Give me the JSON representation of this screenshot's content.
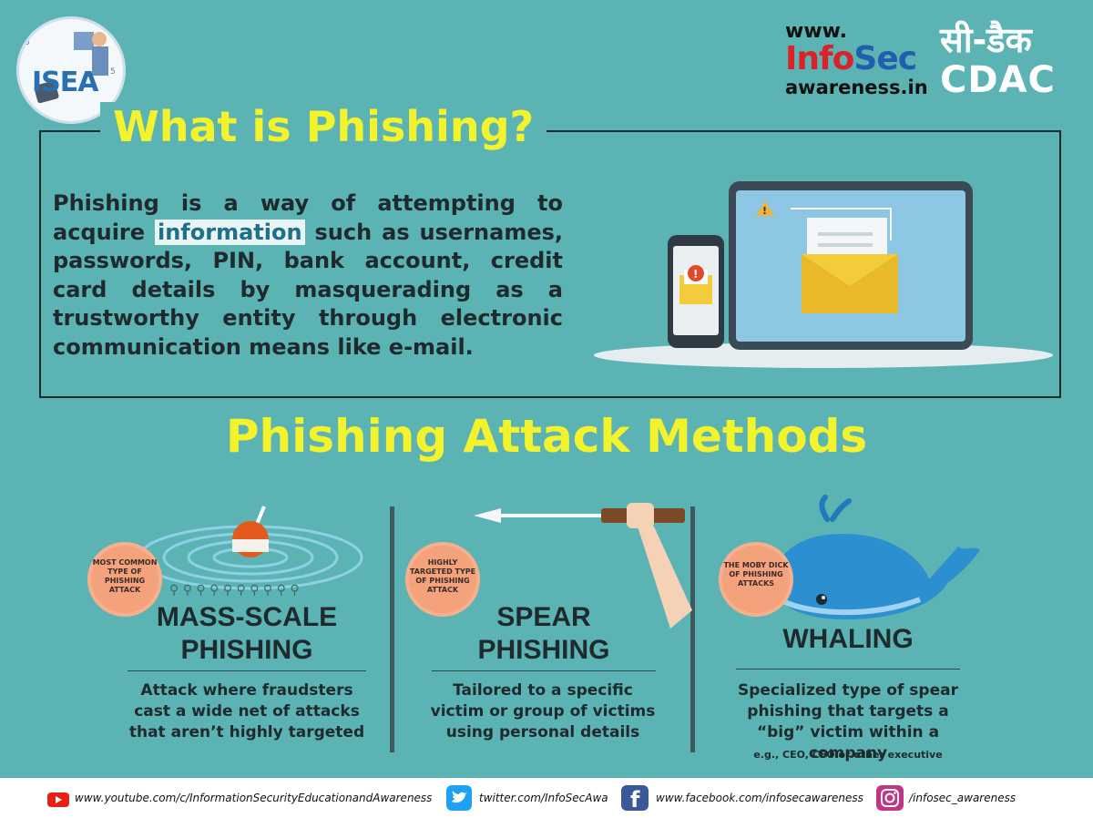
{
  "header": {
    "isea_logo_text": "ISEA",
    "infosec": {
      "www": "www.",
      "info": "Info",
      "sec": "Sec",
      "domain": "awareness.in"
    },
    "cdac": {
      "hindi": "सी-डैक",
      "english": "CDAC"
    }
  },
  "intro": {
    "title": "What is Phishing?",
    "text_pre": "Phishing is a way of attempting to acquire ",
    "highlight": "information",
    "text_post": " such as usernames, passwords, PIN, bank account, credit card details by masquerading as a trustworthy entity through electronic communication means like e-mail."
  },
  "methods": {
    "title": "Phishing Attack Methods",
    "items": [
      {
        "badge": "MOST COMMON TYPE OF PHISHING ATTACK",
        "title_line1": "MASS-SCALE",
        "title_line2": "PHISHING",
        "desc": "Attack where fraudsters cast a wide net of attacks that aren’t highly targeted"
      },
      {
        "badge": "HIGHLY TARGETED TYPE OF PHISHING ATTACK",
        "title_line1": "SPEAR",
        "title_line2": "PHISHING",
        "desc": "Tailored to a specific victim or group of victims using personal details"
      },
      {
        "badge": "THE MOBY DICK OF PHISHING ATTACKS",
        "title_line1": "WHALING",
        "desc": "Specialized type of spear phishing that targets a “big” victim within a company",
        "note": "e.g., CEO, CFO or other executive"
      }
    ]
  },
  "footer": {
    "youtube": "www.youtube.com/c/InformationSecurityEducationandAwareness",
    "twitter": "twitter.com/InfoSecAwa",
    "facebook": "www.facebook.com/infosecawareness",
    "instagram": "/infosec_awareness"
  },
  "colors": {
    "background": "#5cb3b3",
    "title_yellow": "#f3f32d",
    "badge": "#f3a27b",
    "youtube": "#e62117",
    "twitter": "#1da1f2",
    "facebook": "#3b5998",
    "instagram": "#c13584"
  }
}
